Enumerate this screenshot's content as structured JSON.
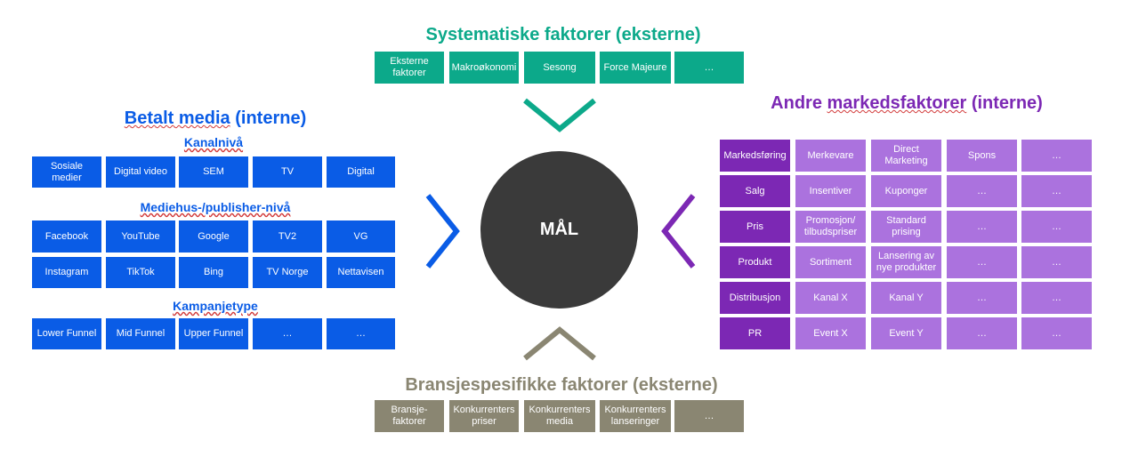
{
  "systematic": {
    "title": "Systematiske faktorer (eksterne)",
    "boxes": [
      "Eksterne faktorer",
      "Makroøkonomi",
      "Sesong",
      "Force Majeure",
      "…"
    ]
  },
  "industry": {
    "title": "Bransjespesifikke faktorer (eksterne)",
    "boxes": [
      "Bransje-faktorer",
      "Konkurrenters priser",
      "Konkurrenters media",
      "Konkurrenters lanseringer",
      "…"
    ]
  },
  "paid_media": {
    "title_a": "Betalt media",
    "title_b": " (interne)",
    "channel_label": "Kanalnivå",
    "channel": [
      "Sosiale medier",
      "Digital video",
      "SEM",
      "TV",
      "Digital"
    ],
    "publisher_label": "Mediehus-/publisher-nivå",
    "publisher_row1": [
      "Facebook",
      "YouTube",
      "Google",
      "TV2",
      "VG"
    ],
    "publisher_row2": [
      "Instagram",
      "TikTok",
      "Bing",
      "TV Norge",
      "Nettavisen"
    ],
    "campaign_label": "Kampanjetype",
    "campaign": [
      "Lower Funnel",
      "Mid Funnel",
      "Upper Funnel",
      "…",
      "…"
    ]
  },
  "market": {
    "title_a": "Andre ",
    "title_b": "markedsfaktorer",
    "title_c": " (interne)",
    "rows": [
      [
        "Markedsføring",
        "Merkevare",
        "Direct Marketing",
        "Spons",
        "…"
      ],
      [
        "Salg",
        "Insentiver",
        "Kuponger",
        "…",
        "…"
      ],
      [
        "Pris",
        "Promosjon/ tilbudspriser",
        "Standard prising",
        "…",
        "…"
      ],
      [
        "Produkt",
        "Sortiment",
        "Lansering av nye produkter",
        "…",
        "…"
      ],
      [
        "Distribusjon",
        "Kanal X",
        "Kanal Y",
        "…",
        "…"
      ],
      [
        "PR",
        "Event X",
        "Event Y",
        "…",
        "…"
      ]
    ]
  },
  "goal": "MÅL",
  "colors": {
    "blue": "#0a5ce6",
    "teal": "#0ca98a",
    "gray": "#8a8672",
    "purple_dark": "#7c28b4",
    "purple_light": "#ab72de",
    "circle": "#3a3a3a"
  }
}
